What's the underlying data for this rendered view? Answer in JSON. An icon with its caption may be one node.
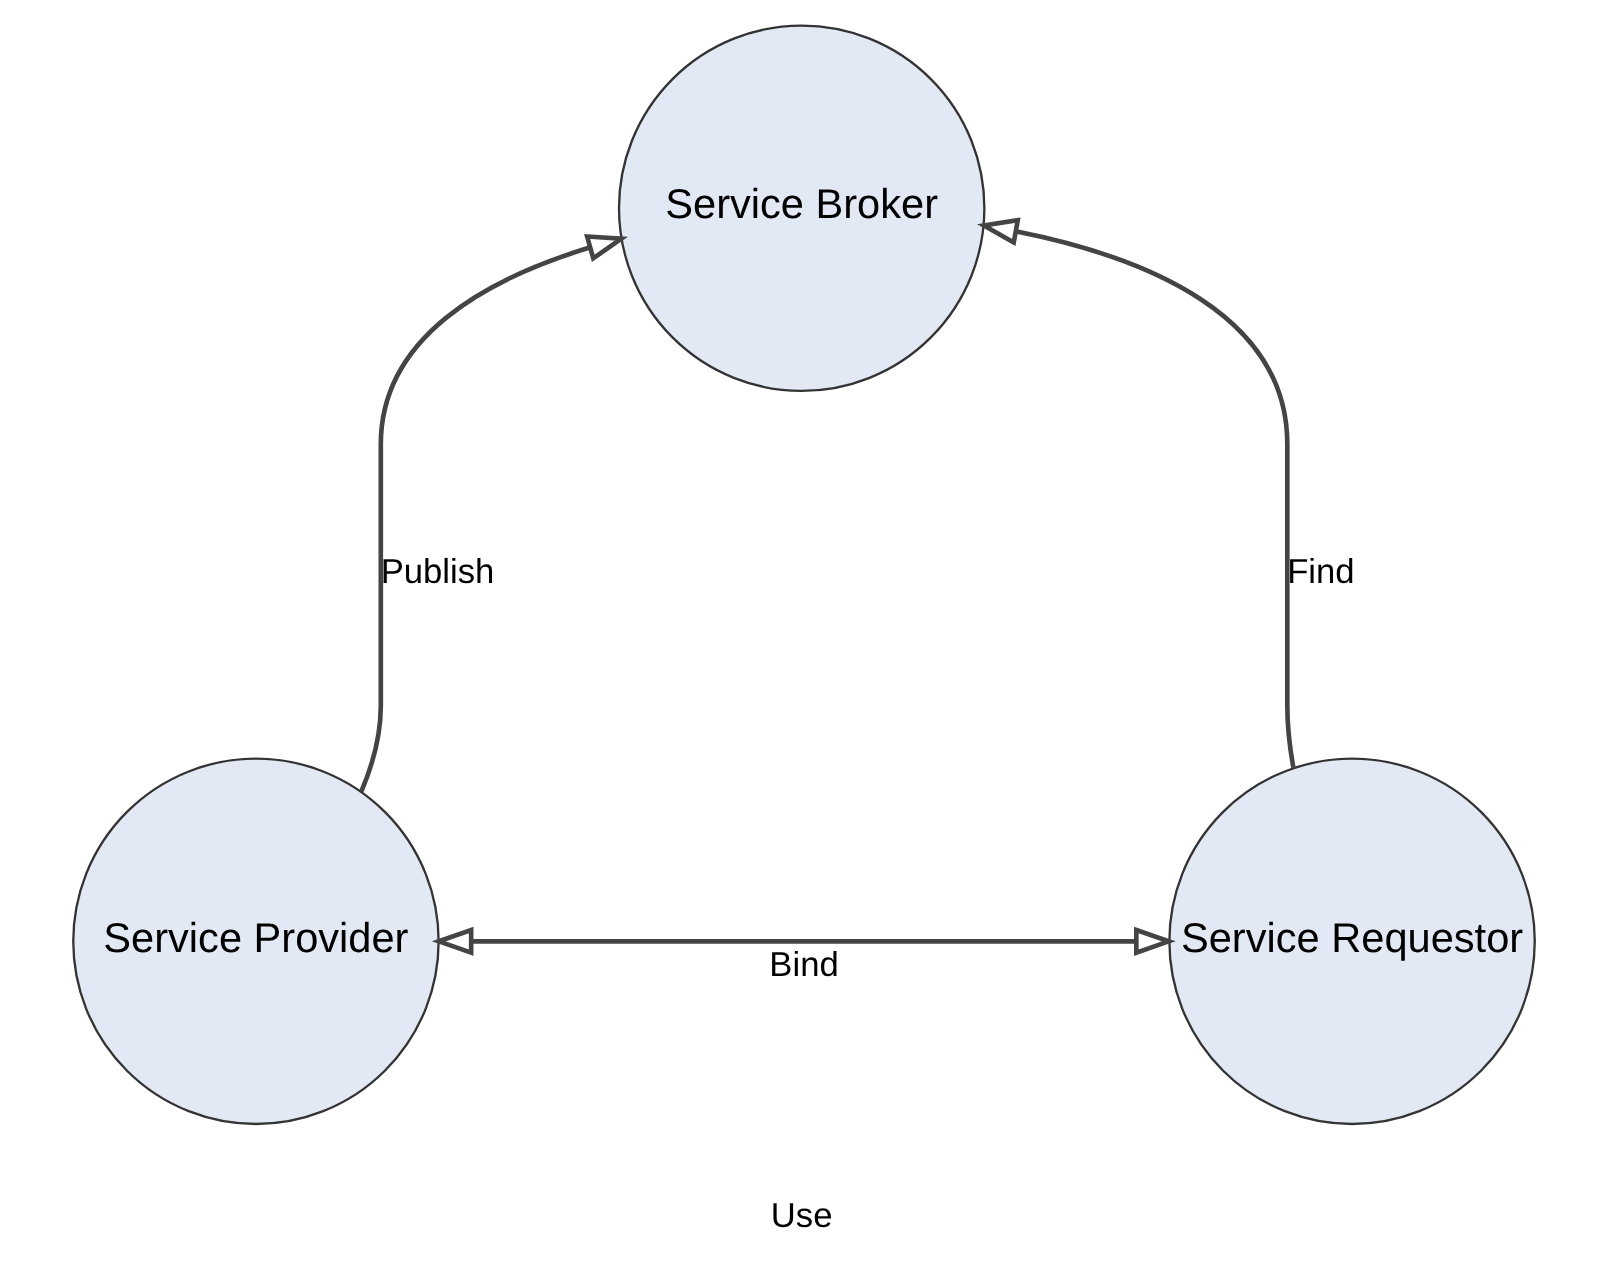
{
  "diagram": {
    "nodes": [
      {
        "text": [
          "Service Broker"
        ]
      },
      {
        "text": [
          "Service Provider"
        ]
      },
      {
        "text": [
          "Service Requestor"
        ]
      }
    ],
    "edges": [
      {
        "from": 1,
        "to": 0,
        "arrow": "to",
        "label": "Publish"
      },
      {
        "from": 2,
        "to": 0,
        "arrow": "to",
        "label": "Find"
      },
      {
        "from": 1,
        "to": 2,
        "arrow": "both",
        "label": "Bind"
      }
    ],
    "labels": [
      "Use"
    ]
  }
}
